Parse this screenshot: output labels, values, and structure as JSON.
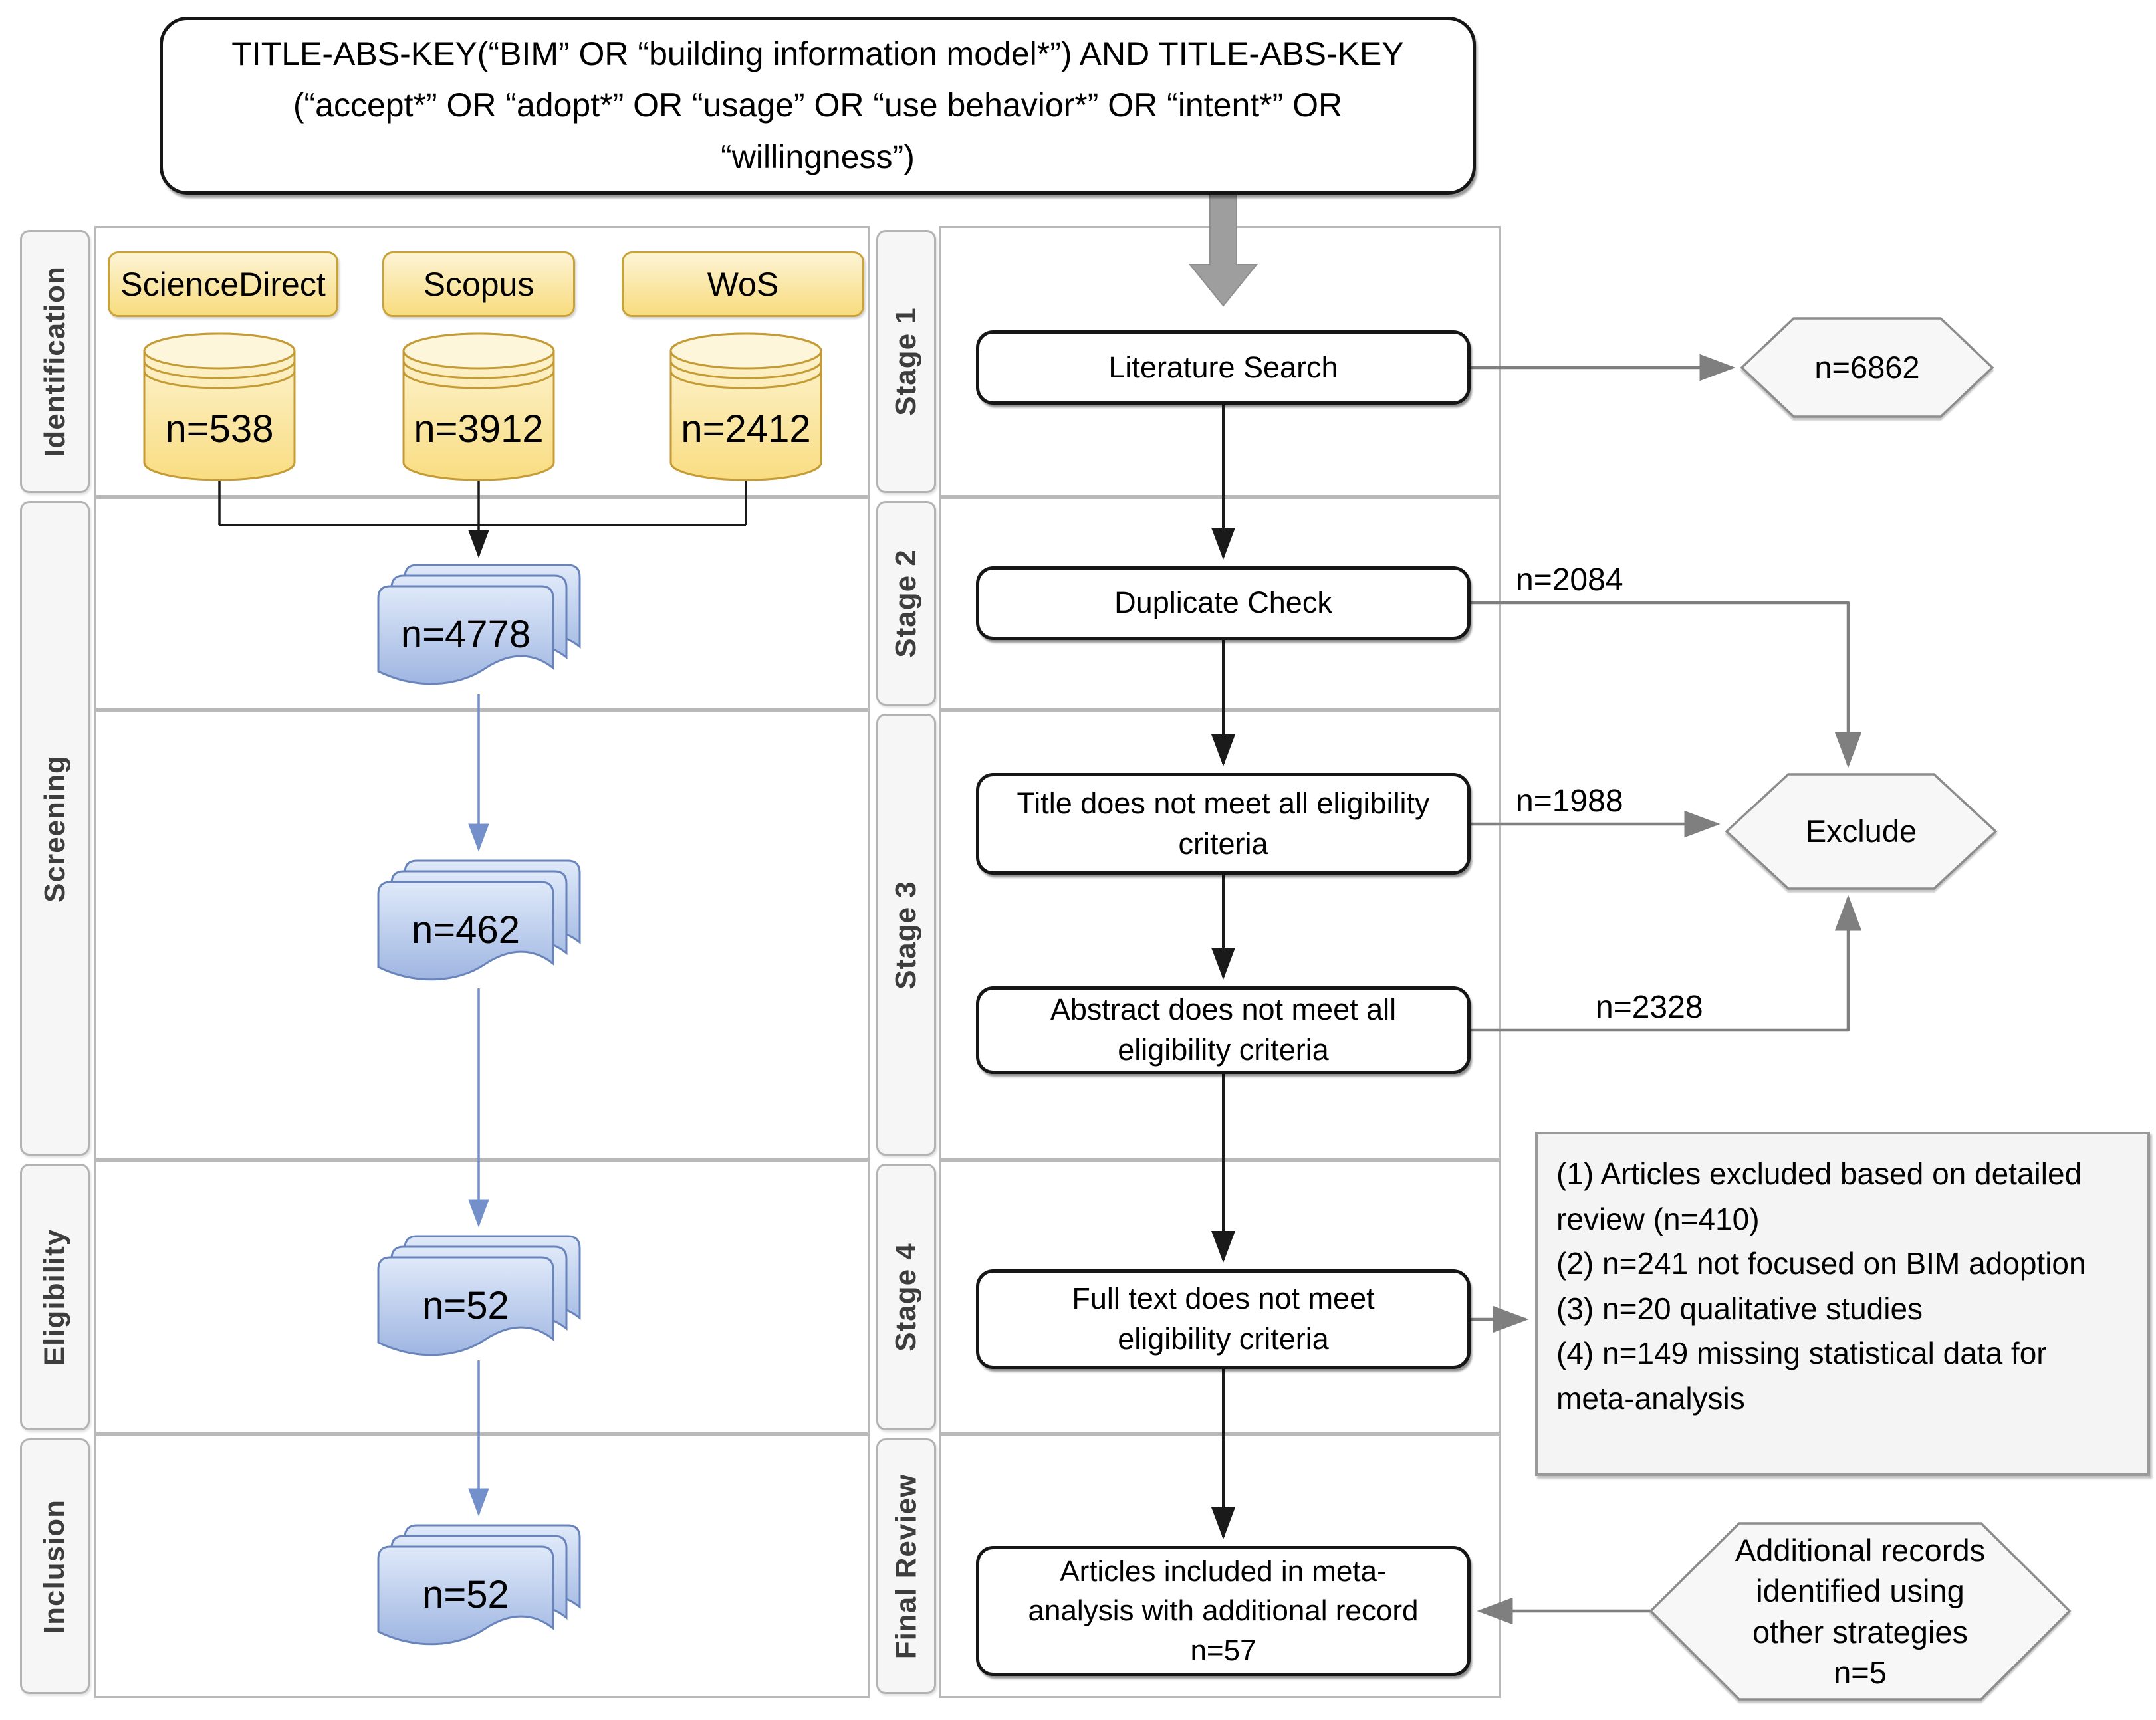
{
  "query_box": {
    "text": "TITLE-ABS-KEY(“BIM” OR “building information model*”) AND TITLE-ABS-KEY (“accept*” OR “adopt*” OR “usage” OR “use behavior*” OR “intent*” OR “willingness”)"
  },
  "phases": [
    "Identification",
    "Screening",
    "Eligibility",
    "Inclusion"
  ],
  "stages": [
    "Stage 1",
    "Stage 2",
    "Stage 3",
    "Stage 4",
    "Final Review"
  ],
  "databases": [
    {
      "name": "ScienceDirect",
      "count": "n=538"
    },
    {
      "name": "Scopus",
      "count": "n=3912"
    },
    {
      "name": "WoS",
      "count": "n=2412"
    }
  ],
  "document_stacks": [
    {
      "count": "n=4778"
    },
    {
      "count": "n=462"
    },
    {
      "count": "n=52"
    },
    {
      "count": "n=52"
    }
  ],
  "flow": {
    "steps": [
      {
        "label": "Literature Search"
      },
      {
        "label": "Duplicate Check"
      },
      {
        "label": "Title does not meet all eligibility criteria"
      },
      {
        "label": "Abstract does not meet all eligibility criteria"
      },
      {
        "label": "Full text does not meet eligibility criteria"
      },
      {
        "label": "Articles included in meta-analysis with additional record n=57"
      }
    ]
  },
  "hexagons": [
    {
      "label": "n=6862"
    },
    {
      "label": "Exclude"
    },
    {
      "label": "Additional records identified using other strategies n=5"
    }
  ],
  "exclusion_labels": [
    {
      "label": "n=2084"
    },
    {
      "label": "n=1988"
    },
    {
      "label": "n=2328"
    }
  ],
  "notes_box": {
    "lines": [
      "(1) Articles excluded based on detailed review (n=410)",
      "(2) n=241 not focused on BIM adoption",
      "(3) n=20 qualitative studies",
      "(4) n=149 missing statistical data for meta-analysis"
    ]
  },
  "colors": {
    "database_fill": "#F9DD82",
    "database_stroke": "#C49B34",
    "document_fill": "#9FB6E2",
    "document_stroke": "#6884BB",
    "band_fill": "#F6F6F6",
    "hexagon_fill": "#F7F7F7",
    "hexagon_stroke": "#8C8C8C",
    "connector_gray": "#7F7F7F",
    "connector_black": "#1A1A1A",
    "connector_blue": "#7490CB"
  }
}
